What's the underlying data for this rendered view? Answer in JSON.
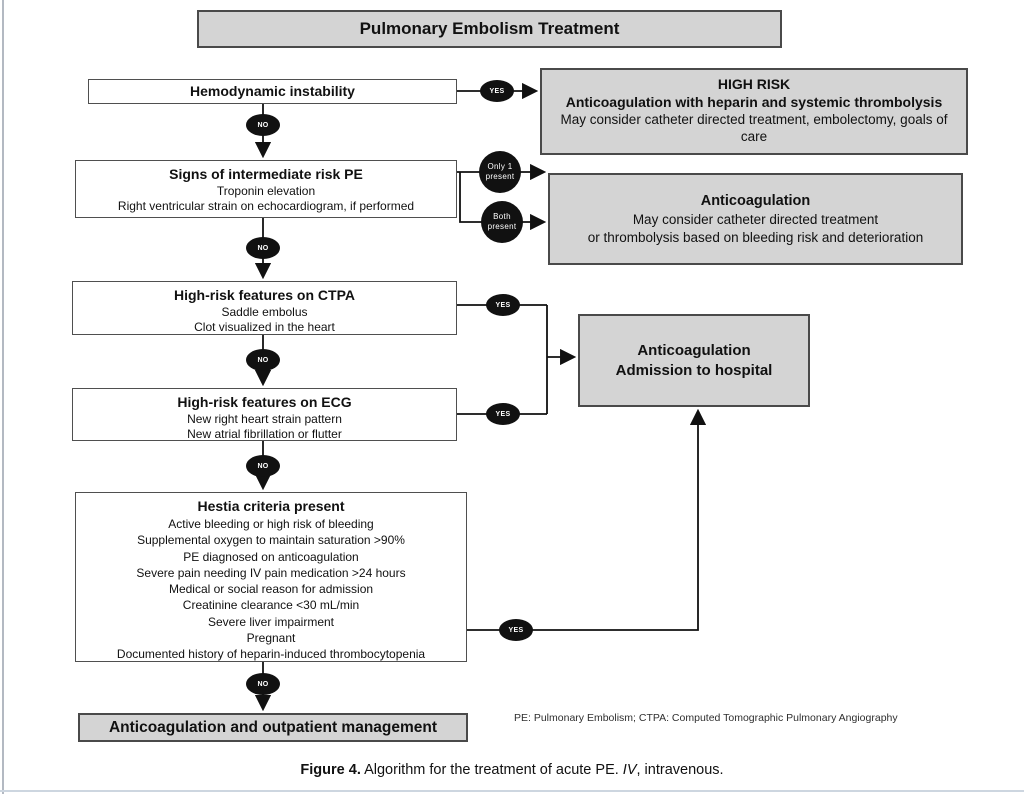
{
  "page": {
    "title": "Pulmonary Embolism Treatment",
    "footnote": "PE: Pulmonary Embolism; CTPA: Computed Tomographic Pulmonary Angiography",
    "caption": {
      "label": "Figure 4.",
      "body": " Algorithm for the treatment of acute PE. ",
      "abbrev": "IV",
      "tail": ", intravenous."
    }
  },
  "labels": {
    "yes": "YES",
    "no": "NO",
    "only_one": "Only 1\npresent",
    "both": "Both\npresent"
  },
  "nodes": {
    "hemodynamic_instability": {
      "title": "Hemodynamic instability"
    },
    "high_risk": {
      "title": "HIGH RISK",
      "subtitle": "Anticoagulation with heparin and systemic thrombolysis",
      "detail": "May consider catheter directed treatment, embolectomy, goals of care"
    },
    "intermediate_risk": {
      "title": "Signs of intermediate risk PE",
      "lines": [
        "Troponin elevation",
        "Right ventricular strain on echocardiogram, if performed"
      ]
    },
    "anticoagulation_consider": {
      "title": "Anticoagulation",
      "lines": [
        "May consider catheter directed treatment",
        "or thrombolysis based on bleeding risk and deterioration"
      ]
    },
    "ctpa": {
      "title": "High-risk features on CTPA",
      "lines": [
        "Saddle embolus",
        "Clot visualized in the heart"
      ]
    },
    "hospital": {
      "lines": [
        "Anticoagulation",
        "Admission to hospital"
      ]
    },
    "ecg": {
      "title": "High-risk features on ECG",
      "lines": [
        "New right heart strain pattern",
        "New atrial fibrillation or flutter"
      ]
    },
    "hestia": {
      "title": "Hestia criteria present",
      "lines": [
        "Active bleeding or high risk of bleeding",
        "Supplemental oxygen to maintain saturation >90%",
        "PE diagnosed on anticoagulation",
        "Severe pain needing IV pain medication >24 hours",
        "Medical or social reason for admission",
        "Creatinine clearance <30 mL/min",
        "Severe liver impairment",
        "Pregnant",
        "Documented history of heparin-induced thrombocytopenia"
      ]
    },
    "outpatient": {
      "title": "Anticoagulation and outpatient management"
    }
  },
  "colors": {
    "box_fill_gray": "#d4d4d4",
    "box_border_dark": "#4a4a4a",
    "white_box_border": "#4f4f4f",
    "connector": "#111111",
    "oval_fill": "#111111",
    "oval_text": "#ffffff"
  }
}
